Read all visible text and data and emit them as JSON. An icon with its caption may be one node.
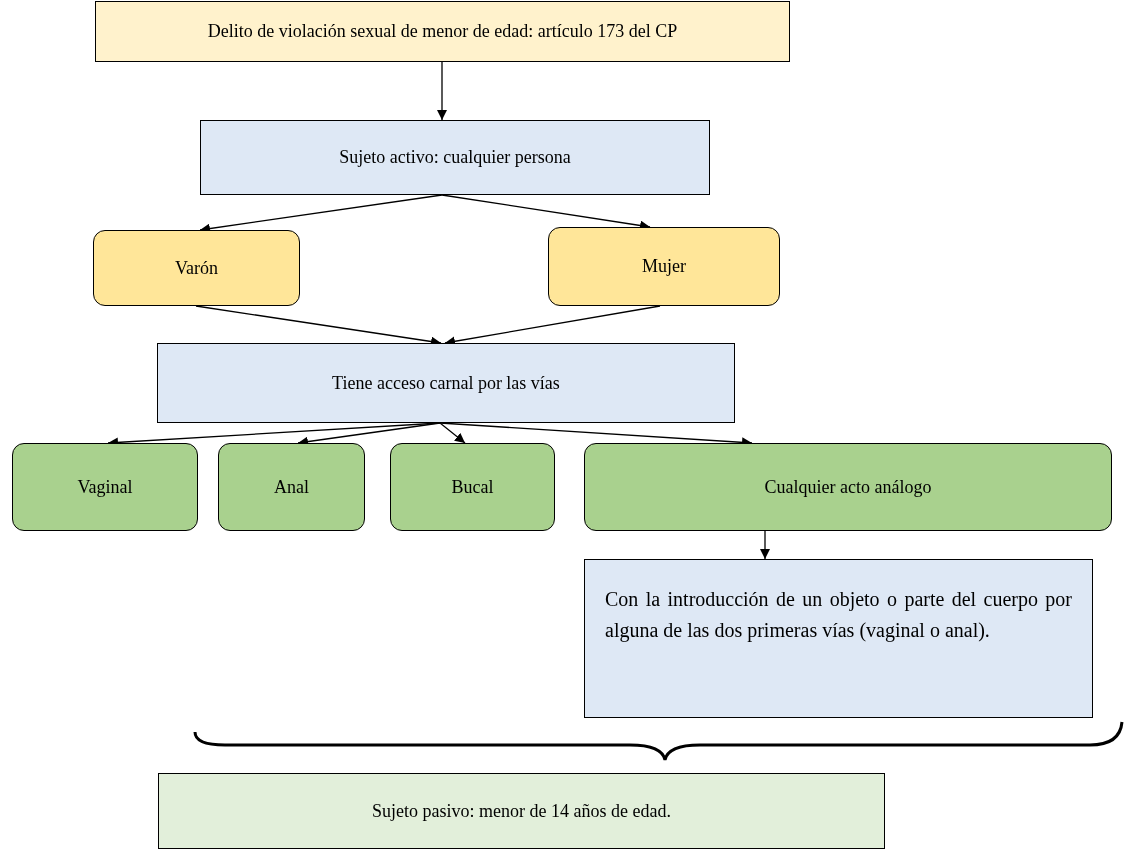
{
  "diagram": {
    "nodes": [
      {
        "text": [
          "Delito de violación sexual de menor de edad: artículo 173 del CP"
        ]
      },
      {
        "text": [
          "Sujeto activo: cualquier persona"
        ]
      },
      {
        "text": [
          "Varón"
        ]
      },
      {
        "text": [
          "Mujer"
        ]
      },
      {
        "text": [
          "Tiene acceso carnal por las vías"
        ]
      },
      {
        "text": [
          "Vaginal"
        ]
      },
      {
        "text": [
          "Anal"
        ]
      },
      {
        "text": [
          "Bucal"
        ]
      },
      {
        "text": [
          "Cualquier acto análogo"
        ]
      },
      {
        "text": [
          "Con la introducción de un objeto o parte del cuerpo por alguna de las dos primeras vías (vaginal o anal)."
        ]
      },
      {
        "text": [
          "Sujeto pasivo: menor de 14 años de edad."
        ]
      }
    ],
    "edges": [
      {
        "from": 0,
        "to": 1,
        "arrow": "to"
      },
      {
        "from": 1,
        "to": 2,
        "arrow": "to"
      },
      {
        "from": 1,
        "to": 3,
        "arrow": "to"
      },
      {
        "from": 2,
        "to": 4,
        "arrow": "to"
      },
      {
        "from": 3,
        "to": 4,
        "arrow": "to"
      },
      {
        "from": 4,
        "to": 5,
        "arrow": "to"
      },
      {
        "from": 4,
        "to": 6,
        "arrow": "to"
      },
      {
        "from": 4,
        "to": 7,
        "arrow": "to"
      },
      {
        "from": 4,
        "to": 8,
        "arrow": "to"
      },
      {
        "from": 8,
        "to": 9,
        "arrow": "to"
      }
    ]
  }
}
